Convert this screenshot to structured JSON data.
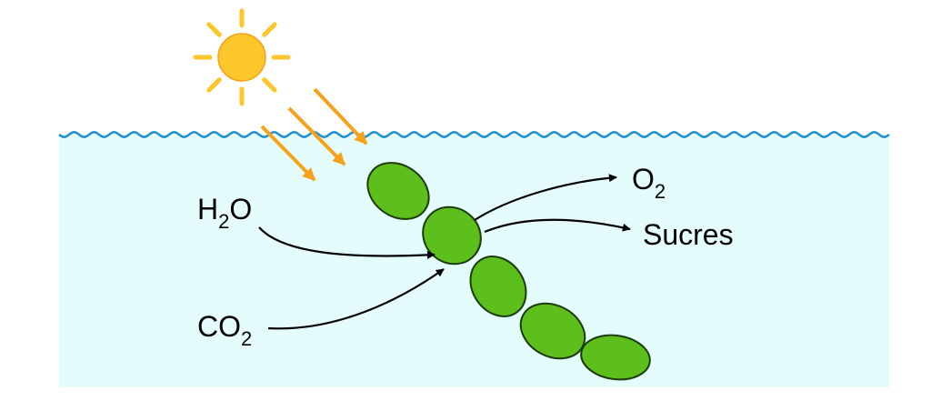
{
  "labels": {
    "water": {
      "main": "H",
      "sub": "2",
      "end": "O"
    },
    "co2": {
      "main": "CO",
      "sub": "2"
    },
    "oxygen": {
      "main": "O",
      "sub": "2"
    },
    "sugars": "Sucres"
  },
  "colors": {
    "water_fill": "#e5fcfd",
    "water_line": "#1e8fcf",
    "sun": "#fdc62a",
    "sun_outline": "#f6a21a",
    "rays": "#f6a21a",
    "cell_fill": "#5cbf1c",
    "cell_outline": "#1d3a0a",
    "arrow": "#000000"
  },
  "icons": {
    "sun": "sun-icon",
    "cell_chain": "algae-cell-chain",
    "arrow": "arrow-icon"
  }
}
